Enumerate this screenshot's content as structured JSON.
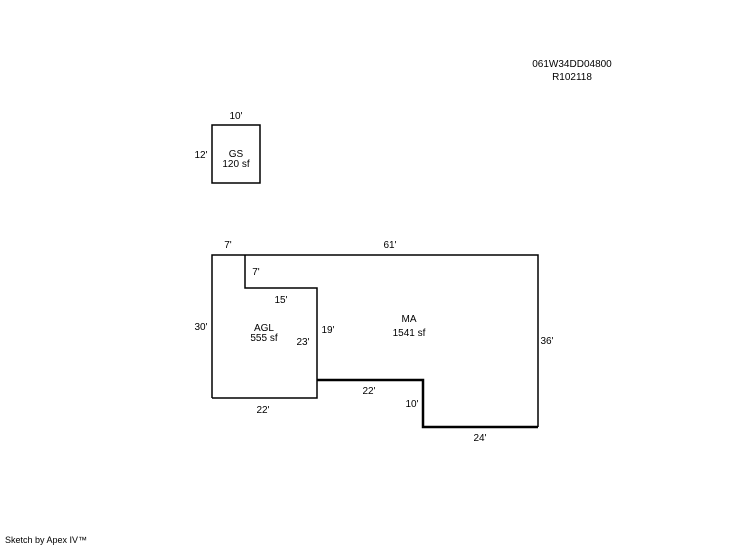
{
  "header": {
    "parcel_id": "061W34DD04800",
    "account_id": "R102118"
  },
  "areas": {
    "gs": {
      "code": "GS",
      "size": "120 sf",
      "dims": {
        "top": "10'",
        "left": "12'"
      }
    },
    "agl": {
      "code": "AGL",
      "size": "555 sf"
    },
    "ma": {
      "code": "MA",
      "size": "1541 sf"
    }
  },
  "dimensions": {
    "top_left": "7'",
    "top_main": "61'",
    "inner_vertical": "7'",
    "inner_horizontal": "15'",
    "left_side": "30'",
    "agl_right": "23'",
    "ma_inner": "19'",
    "right_side": "36'",
    "bottom_left": "22'",
    "notch_top": "22'",
    "notch_side": "10'",
    "bottom_right": "24'"
  },
  "footer": {
    "credit": "Sketch by Apex IV™"
  }
}
